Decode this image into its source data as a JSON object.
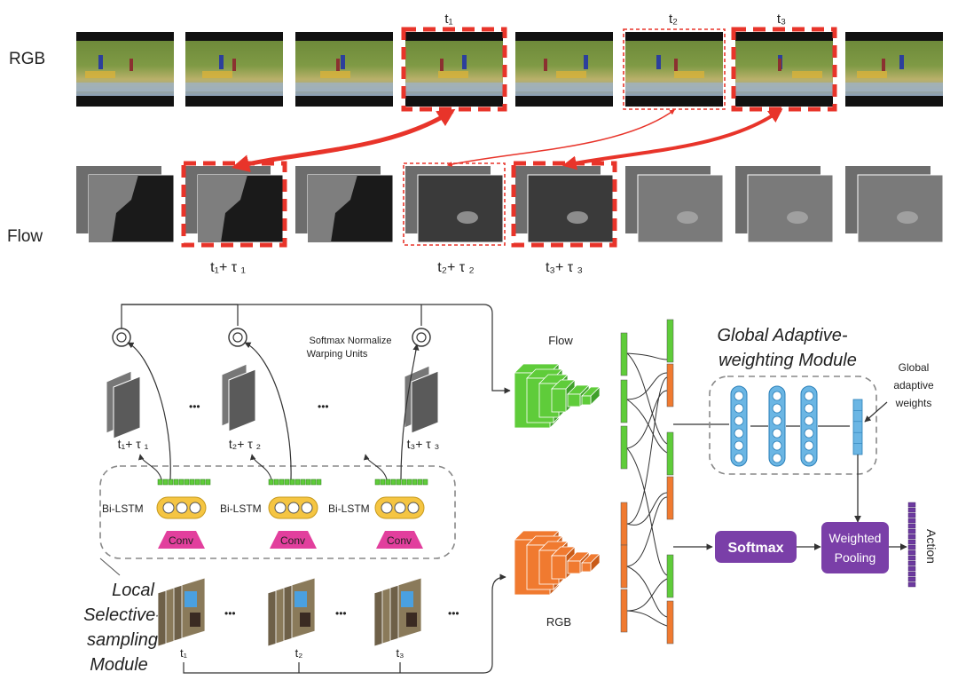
{
  "rows": {
    "rgb": "RGB",
    "flow": "Flow"
  },
  "time_labels": {
    "t1": "t₁",
    "t2": "t₂",
    "t3": "t₃"
  },
  "flow_labels": {
    "a": "t₁+ τ ₁",
    "b": "t₂+ τ ₂",
    "c": "t₃+ τ ₃"
  },
  "local_module": {
    "title_lines": [
      "Local",
      "Selective-",
      "sampling",
      "Module"
    ],
    "warp_lines": [
      "Softmax Normalize",
      "Warping Units"
    ],
    "unit_labels": [
      "t₁+ τ ₁",
      "t₂+ τ ₂",
      "t₃+ τ ₃"
    ],
    "lstm_label": "Bi-LSTM",
    "conv_label": "Conv",
    "frame_labels": [
      "t₁",
      "t₂",
      "t₃"
    ],
    "ellipsis": "•••"
  },
  "streams": {
    "flow": "Flow",
    "rgb": "RGB"
  },
  "global_module": {
    "title_lines": [
      "Global Adaptive-",
      "weighting Module"
    ],
    "weights_lines": [
      "Global",
      "adaptive",
      "weights"
    ]
  },
  "softmax": "Softmax",
  "weighted_pooling": [
    "Weighted",
    "Pooling"
  ],
  "action": "Action",
  "colors": {
    "red_dash": "#e8342a",
    "green": "#5fcc3a",
    "orange": "#f07a30",
    "blue": "#6bb6e4",
    "purple": "#7a3fa8",
    "pink": "#e23f9d",
    "yellow": "#f5c542"
  }
}
